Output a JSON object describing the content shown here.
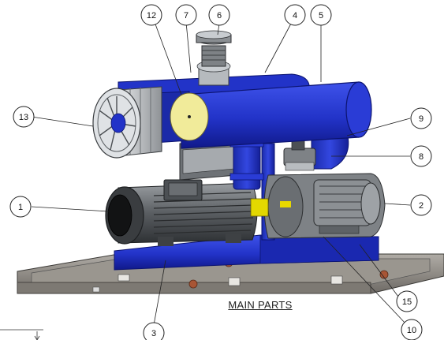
{
  "caption": "MAIN PARTS",
  "callouts": [
    "1",
    "2",
    "3",
    "4",
    "5",
    "6",
    "7",
    "8",
    "9",
    "10",
    "12",
    "13",
    "15"
  ],
  "colors": {
    "housing_blue": "#2233c8",
    "skid_grey": "#8a8580",
    "motor_grey": "#5a5e62",
    "fan_grey": "#c9ccd0",
    "nozzle_yellow": "#f1eb9a",
    "bolt_copper": "#a85535"
  }
}
